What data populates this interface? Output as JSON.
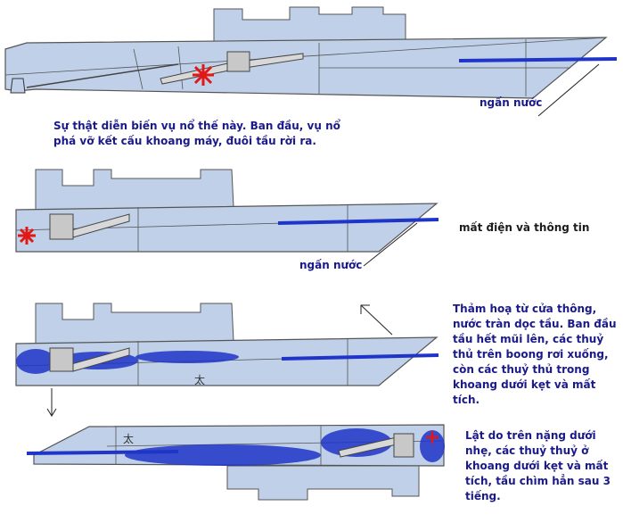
{
  "panel1": {
    "waterline_label": "ngấn nước",
    "caption": "Sự thật diễn biến vụ nổ thế này. Ban đầu, vụ nổ phá vỡ kết cấu khoang máy, đuôi tầu rời ra."
  },
  "panel2": {
    "waterline_label": "ngấn nước",
    "caption": "mất điện và thông tin"
  },
  "panel3": {
    "caption": "Thảm hoạ từ cửa thông, nước tràn dọc tầu. Ban đầu tầu hết mũi lên, các thuỷ thủ trên boong rơi xuống, còn các thuỷ thủ trong khoang dưới kẹt và mất tích."
  },
  "panel4": {
    "caption": "Lật do trên nặng dưới nhẹ, các thuỷ thuỷ ở khoang dưới kẹt và mất tích, tầu chìm hẳn sau 3 tiếng."
  },
  "colors": {
    "hull": "#bfd0e8",
    "outline": "#555555",
    "water": "#1f35c8",
    "explosion": "#e01818",
    "text": "#1a1a8a"
  }
}
